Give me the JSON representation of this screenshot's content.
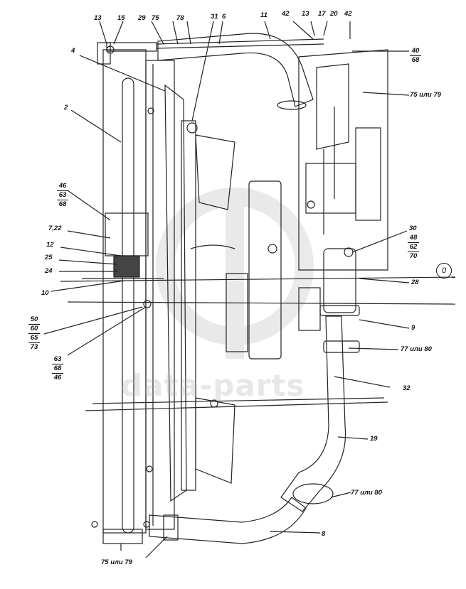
{
  "labels": {
    "l13a": "13",
    "l15": "15",
    "l29": "29",
    "l75top": "75",
    "l78": "78",
    "l31": "31",
    "l6": "6",
    "l11": "11",
    "l42a": "42",
    "l13b": "13",
    "l17": "17",
    "l20": "20",
    "l42b": "42",
    "l4": "4",
    "l2": "2",
    "l75_79_top": "75 или 79",
    "l7_22": "7,22",
    "l12": "12",
    "l25": "25",
    "l24": "24",
    "l10": "10",
    "l28": "28",
    "l9": "9",
    "l77_80_mid": "77 или 80",
    "l32": "32",
    "l19": "19",
    "l77_80_low": "77 или 80",
    "l8": "8",
    "l75_79_bottom": "75 или 79",
    "l30": "30"
  },
  "stacks": {
    "s40_68": [
      "40",
      "68"
    ],
    "s46_63_68": [
      "46",
      "63",
      "68"
    ],
    "s48_62_70": [
      "48",
      "62",
      "70"
    ],
    "s50_60_65_73": [
      "50",
      "60",
      "65",
      "73"
    ],
    "s63_68_46": [
      "63",
      "68",
      "46"
    ]
  },
  "zero_marker": "0",
  "watermark": "data-parts"
}
